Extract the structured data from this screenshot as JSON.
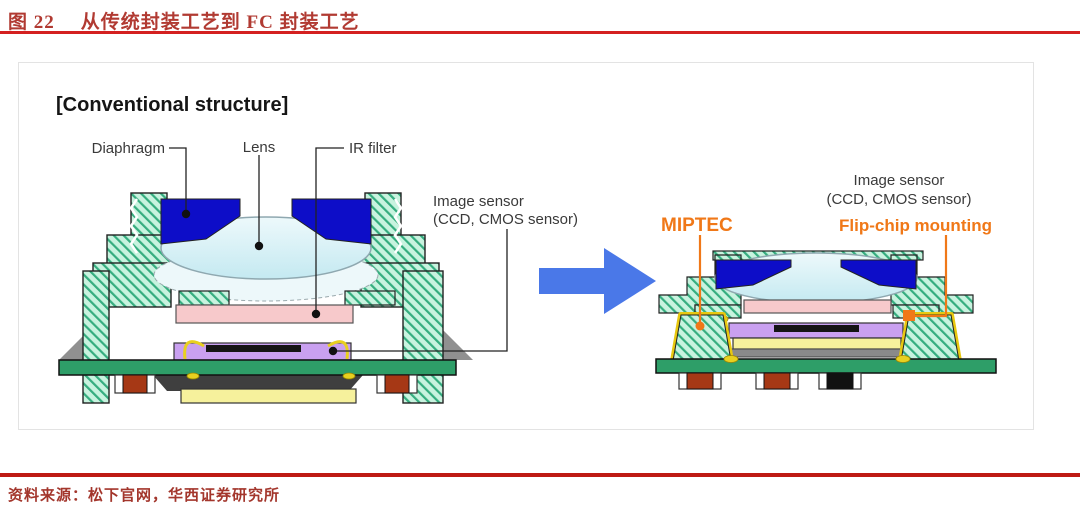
{
  "figure": {
    "caption_prefix": "图 22",
    "caption_title": "从传统封装工艺到 FC 封装工艺",
    "source_text": "资料来源：松下官网，华西证券研究所"
  },
  "diagram": {
    "conventional_title": "[Conventional structure]",
    "left_labels": {
      "diaphragm": "Diaphragm",
      "lens": "Lens",
      "ir_filter": "IR filter",
      "image_sensor_line1": "Image sensor",
      "image_sensor_line2": "(CCD, CMOS sensor)"
    },
    "right_labels": {
      "miptec": "MIPTEC",
      "image_sensor_line1": "Image sensor",
      "image_sensor_line2": "(CCD, CMOS sensor)",
      "flip_chip": "Flip-chip mounting"
    },
    "colors": {
      "caption_red": "#B13A32",
      "rule_red": "#D42020",
      "orange_accent": "#F07818",
      "arrow_blue": "#4A78E8",
      "housing_mint": "#C8F3DF",
      "hatch_teal": "#35AD7F",
      "diaphragm_blue": "#0D0DC8",
      "lens_cyan": "#D9F1F6",
      "ir_filter_pink": "#F7C9CB",
      "sensor_purple": "#C9A0F0",
      "pcb_green": "#2E9E68",
      "substrate_yellow": "#F6F19C",
      "wire_yellow": "#E8D020",
      "pad_brown": "#A63815"
    }
  }
}
